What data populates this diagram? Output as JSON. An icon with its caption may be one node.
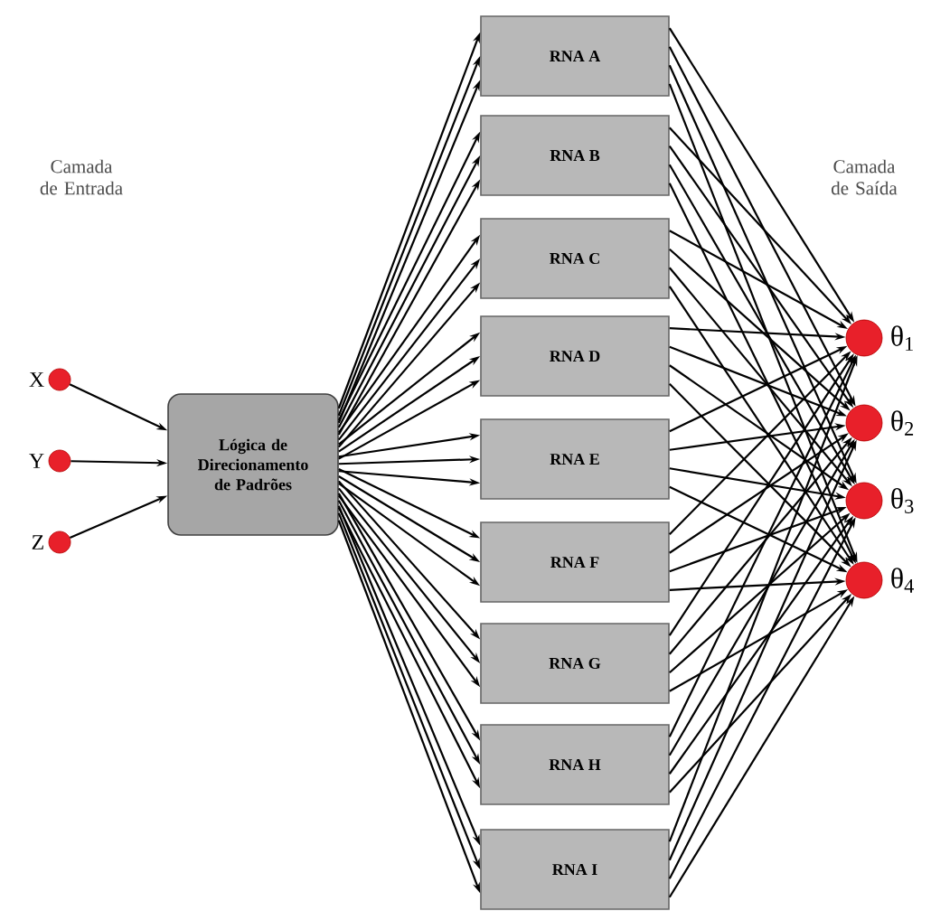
{
  "diagram": {
    "nodes": [
      {
        "text": [],
        "shape": "circle",
        "beside": [
          "X"
        ]
      },
      {
        "text": [],
        "shape": "circle",
        "beside": [
          "Y"
        ]
      },
      {
        "text": [],
        "shape": "circle",
        "beside": [
          "Z"
        ]
      },
      {
        "text": [
          "Lógica de Direcionamento de Padrões"
        ]
      },
      {
        "text": [
          "RNA A"
        ]
      },
      {
        "text": [
          "RNA B"
        ]
      },
      {
        "text": [
          "RNA C"
        ]
      },
      {
        "text": [
          "RNA D"
        ]
      },
      {
        "text": [
          "RNA E"
        ]
      },
      {
        "text": [
          "RNA F"
        ]
      },
      {
        "text": [
          "RNA G"
        ]
      },
      {
        "text": [
          "RNA H"
        ]
      },
      {
        "text": [
          "RNA I"
        ]
      },
      {
        "text": [],
        "shape": "circle",
        "beside": [
          "θ$_{1}$"
        ]
      },
      {
        "text": [],
        "shape": "circle",
        "beside": [
          "θ$_{2}$"
        ]
      },
      {
        "text": [],
        "shape": "circle",
        "beside": [
          "θ$_{3}$"
        ]
      },
      {
        "text": [],
        "shape": "circle",
        "beside": [
          "θ$_{4}$"
        ]
      }
    ],
    "edges": [
      {
        "from": 0,
        "to": 3,
        "arrow": "to"
      },
      {
        "from": 1,
        "to": 3,
        "arrow": "to"
      },
      {
        "from": 2,
        "to": 3,
        "arrow": "to"
      },
      {
        "from": 3,
        "to": 4,
        "arrow": "to"
      },
      {
        "from": 3,
        "to": 4,
        "arrow": "to"
      },
      {
        "from": 3,
        "to": 4,
        "arrow": "to"
      },
      {
        "from": 3,
        "to": 5,
        "arrow": "to"
      },
      {
        "from": 3,
        "to": 5,
        "arrow": "to"
      },
      {
        "from": 3,
        "to": 5,
        "arrow": "to"
      },
      {
        "from": 3,
        "to": 6,
        "arrow": "to"
      },
      {
        "from": 3,
        "to": 6,
        "arrow": "to"
      },
      {
        "from": 3,
        "to": 6,
        "arrow": "to"
      },
      {
        "from": 3,
        "to": 7,
        "arrow": "to"
      },
      {
        "from": 3,
        "to": 7,
        "arrow": "to"
      },
      {
        "from": 3,
        "to": 7,
        "arrow": "to"
      },
      {
        "from": 3,
        "to": 8,
        "arrow": "to"
      },
      {
        "from": 3,
        "to": 8,
        "arrow": "to"
      },
      {
        "from": 3,
        "to": 8,
        "arrow": "to"
      },
      {
        "from": 3,
        "to": 9,
        "arrow": "to"
      },
      {
        "from": 3,
        "to": 9,
        "arrow": "to"
      },
      {
        "from": 3,
        "to": 9,
        "arrow": "to"
      },
      {
        "from": 3,
        "to": 10,
        "arrow": "to"
      },
      {
        "from": 3,
        "to": 10,
        "arrow": "to"
      },
      {
        "from": 3,
        "to": 10,
        "arrow": "to"
      },
      {
        "from": 3,
        "to": 11,
        "arrow": "to"
      },
      {
        "from": 3,
        "to": 11,
        "arrow": "to"
      },
      {
        "from": 3,
        "to": 11,
        "arrow": "to"
      },
      {
        "from": 3,
        "to": 12,
        "arrow": "to"
      },
      {
        "from": 3,
        "to": 12,
        "arrow": "to"
      },
      {
        "from": 3,
        "to": 12,
        "arrow": "to"
      },
      {
        "from": 4,
        "to": 13,
        "arrow": "to"
      },
      {
        "from": 4,
        "to": 14,
        "arrow": "to"
      },
      {
        "from": 4,
        "to": 15,
        "arrow": "to"
      },
      {
        "from": 4,
        "to": 16,
        "arrow": "to"
      },
      {
        "from": 5,
        "to": 13,
        "arrow": "to"
      },
      {
        "from": 5,
        "to": 14,
        "arrow": "to"
      },
      {
        "from": 5,
        "to": 15,
        "arrow": "to"
      },
      {
        "from": 5,
        "to": 16,
        "arrow": "to"
      },
      {
        "from": 6,
        "to": 13,
        "arrow": "to"
      },
      {
        "from": 6,
        "to": 14,
        "arrow": "to"
      },
      {
        "from": 6,
        "to": 15,
        "arrow": "to"
      },
      {
        "from": 6,
        "to": 16,
        "arrow": "to"
      },
      {
        "from": 7,
        "to": 13,
        "arrow": "to"
      },
      {
        "from": 7,
        "to": 14,
        "arrow": "to"
      },
      {
        "from": 7,
        "to": 15,
        "arrow": "to"
      },
      {
        "from": 7,
        "to": 16,
        "arrow": "to"
      },
      {
        "from": 8,
        "to": 13,
        "arrow": "to"
      },
      {
        "from": 8,
        "to": 14,
        "arrow": "to"
      },
      {
        "from": 8,
        "to": 15,
        "arrow": "to"
      },
      {
        "from": 8,
        "to": 16,
        "arrow": "to"
      },
      {
        "from": 9,
        "to": 13,
        "arrow": "to"
      },
      {
        "from": 9,
        "to": 14,
        "arrow": "to"
      },
      {
        "from": 9,
        "to": 15,
        "arrow": "to"
      },
      {
        "from": 9,
        "to": 16,
        "arrow": "to"
      },
      {
        "from": 10,
        "to": 13,
        "arrow": "to"
      },
      {
        "from": 10,
        "to": 14,
        "arrow": "to"
      },
      {
        "from": 10,
        "to": 15,
        "arrow": "to"
      },
      {
        "from": 10,
        "to": 16,
        "arrow": "to"
      },
      {
        "from": 11,
        "to": 13,
        "arrow": "to"
      },
      {
        "from": 11,
        "to": 14,
        "arrow": "to"
      },
      {
        "from": 11,
        "to": 15,
        "arrow": "to"
      },
      {
        "from": 11,
        "to": 16,
        "arrow": "to"
      },
      {
        "from": 12,
        "to": 13,
        "arrow": "to"
      },
      {
        "from": 12,
        "to": 14,
        "arrow": "to"
      },
      {
        "from": 12,
        "to": 15,
        "arrow": "to"
      },
      {
        "from": 12,
        "to": 16,
        "arrow": "to"
      }
    ],
    "labels": [
      "Camada de Entrada",
      "Camada de Saída"
    ]
  }
}
